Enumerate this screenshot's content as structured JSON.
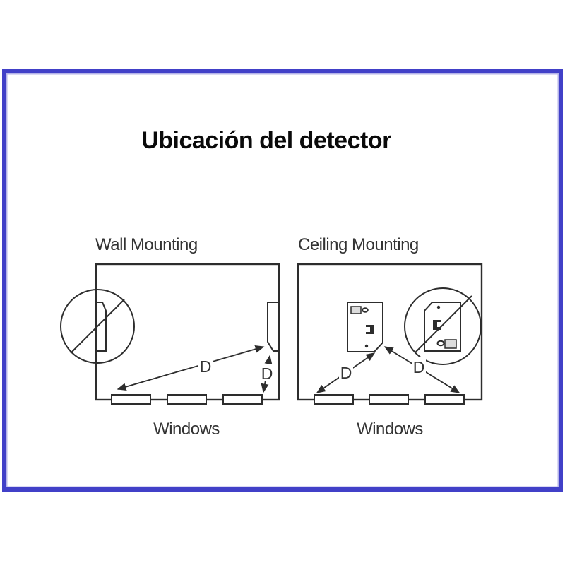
{
  "title": "Ubicación del detector",
  "wall_diagram": {
    "label": "Wall Mounting",
    "windows_label": "Windows",
    "distance_label": "D"
  },
  "ceiling_diagram": {
    "label": "Ceiling Mounting",
    "windows_label": "Windows",
    "distance_label": "D"
  },
  "colors": {
    "frame_blue": "#4140c8",
    "frame_inner_edge": "#b4b3e8",
    "line_dark": "#2d2d2d",
    "text_dark": "#333333",
    "component_gray": "#dcdcdc"
  }
}
